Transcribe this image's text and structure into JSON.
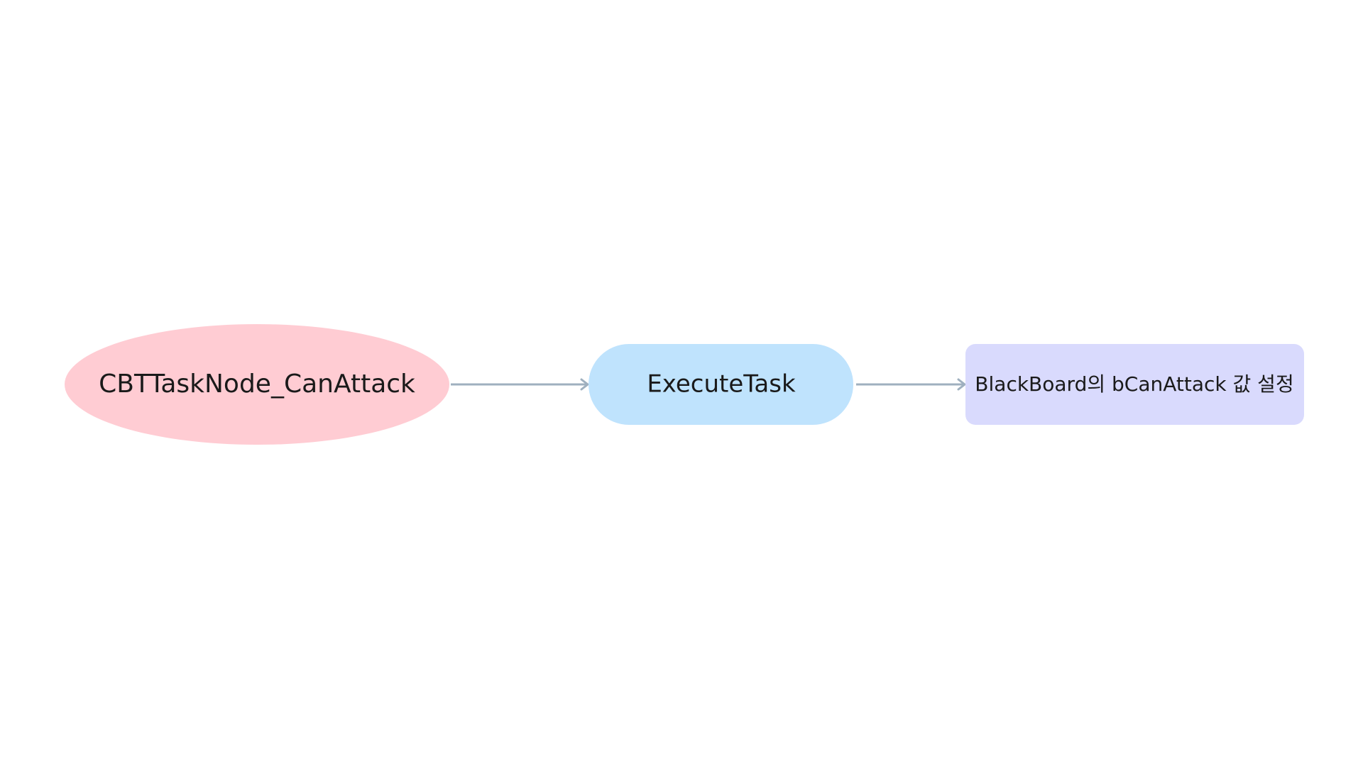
{
  "diagram": {
    "nodes": [
      {
        "id": "class-node",
        "shape": "ellipse",
        "label": "CBTTaskNode_CanAttack",
        "fill": "#ffccd3"
      },
      {
        "id": "function-node",
        "shape": "stadium",
        "label": "ExecuteTask",
        "fill": "#bfe3fd"
      },
      {
        "id": "action-node",
        "shape": "rounded-rect",
        "label": "BlackBoard의 bCanAttack 값 설정",
        "fill": "#d9dafd"
      }
    ],
    "edges": [
      {
        "from": "class-node",
        "to": "function-node",
        "color": "#9fb0bf"
      },
      {
        "from": "function-node",
        "to": "action-node",
        "color": "#9fb0bf"
      }
    ]
  }
}
